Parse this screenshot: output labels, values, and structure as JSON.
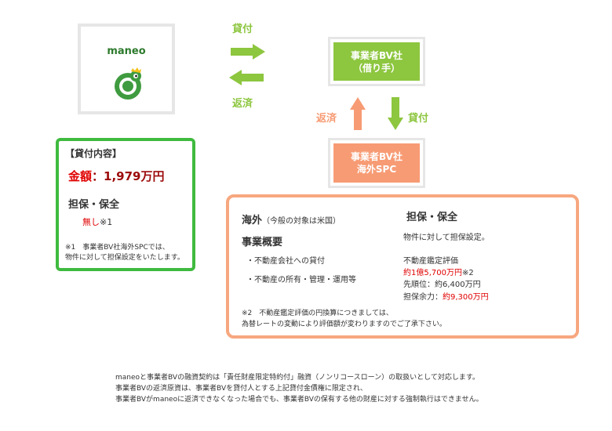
{
  "maneo": {
    "name": "maneo"
  },
  "arrows": {
    "lend_top": "貸付",
    "repay_top": "返済",
    "repay_side": "返済",
    "lend_side": "貸付"
  },
  "bv": {
    "line1": "事業者BV社",
    "line2": "（借り手）"
  },
  "spc": {
    "line1": "事業者BV社",
    "line2": "海外SPC"
  },
  "loan": {
    "heading": "【貸付内容】",
    "amount_label": "金額",
    "amount_value": "1,979万円",
    "collateral_heading": "担保・保全",
    "collateral_value": "無し",
    "collateral_note_mark": "※1",
    "note_line1": "※1　事業者BV社海外SPCでは、",
    "note_line2": "物件に対して担保設定をいたします。"
  },
  "overseas": {
    "title": "海外",
    "title_note": "（今般の対象は米国）",
    "business_heading": "事業概要",
    "business_items": [
      "・不動産会社への貸付",
      "・不動産の所有・管理・運用等"
    ],
    "collateral_heading": "担保・保全",
    "collateral_text": "物件に対して担保設定。",
    "appraisal_label": "不動産鑑定評価",
    "appraisal_value": "約1億5,700万円",
    "appraisal_mark": "※2",
    "senior_label": "先順位：",
    "senior_value": "約6,400万円",
    "margin_label": "担保余力：",
    "margin_value": "約9,300万円",
    "note_line1": "※2　不動産鑑定評価の円換算につきましては、",
    "note_line2": "為替レートの変動により評価額が変わりますのでご了承下さい。"
  },
  "footer": {
    "line1": "maneoと事業者BVの融資契約は「責任財産限定特約付」融資（ノンリコースローン）の取扱いとして対応します。",
    "line2": "事業者BVの返済原資は、事業者BVを貸付人とする上記貸付金債権に限定され、",
    "line3": "事業者BVがmaneoに返済できなくなった場合でも、事業者BVの保有する他の財産に対する強制執行はできません。"
  },
  "colors": {
    "green": "#8dc63f",
    "orange": "#f79b74",
    "box_green": "#3fba3f",
    "dark_red": "#9c0a0a",
    "red": "#e00000"
  }
}
